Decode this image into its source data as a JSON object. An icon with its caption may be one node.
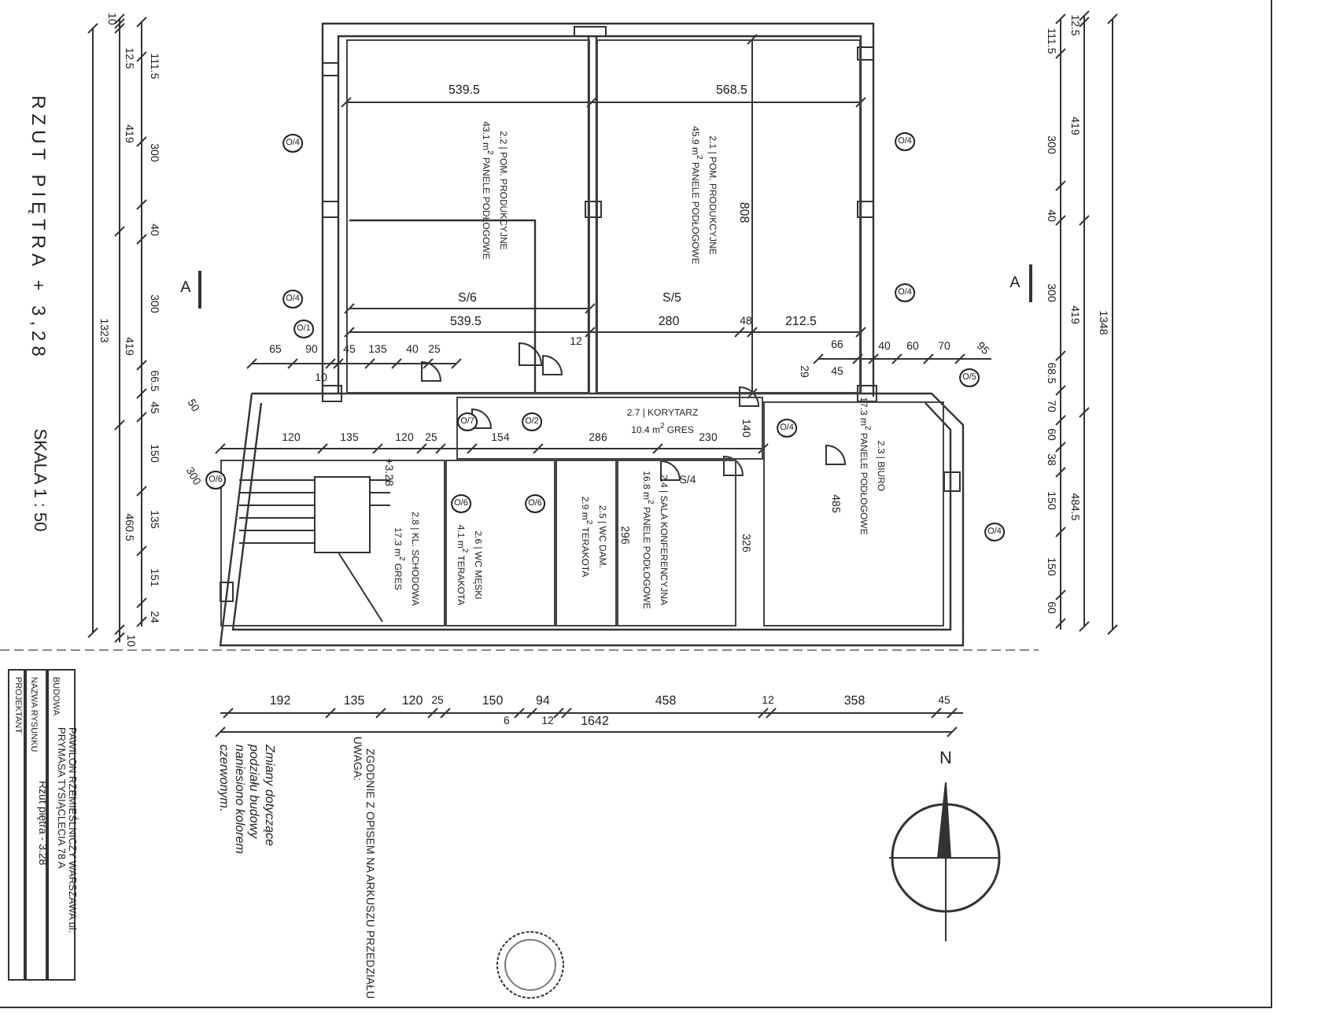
{
  "diagram": {
    "title": "RZUT PIĘTRA + 3,28",
    "nodes": [
      {
        "text": [
          "2.2 | POM. PRODUKCYJNE",
          "43.1 m$^{2}$ PANELE PODŁOGOWE"
        ]
      },
      {
        "text": [
          "2.1 | POM. PRODUKCYJNE",
          "45.9 m$^{2}$ PANELE PODŁOGOWE"
        ]
      },
      {
        "text": [
          "2.7 | KORYTARZ",
          "10.4 m$^{2}$ GRES"
        ]
      },
      {
        "text": [
          "2.3 | BIURO",
          "17.3 m$^{2}$ PANELE PODŁOGOWE"
        ]
      },
      {
        "text": [
          "2.4 | SALA KONFERENCYJNA",
          "16.8 m$^{2}$ PANELE PODŁOGOWE"
        ]
      },
      {
        "text": [
          "2.5 | WC DAM.",
          "2.9 m$^{2}$ TERAKOTA"
        ]
      },
      {
        "text": [
          "2.6 | WC MĘSKI",
          "4.1 m$^{2}$ TERAKOTA"
        ]
      },
      {
        "text": [
          "2.8 | KL. SCHODOWA",
          "17.3 m$^{2}$ GRES"
        ]
      },
      {
        "text": [
          "PROJEKTANT"
        ]
      },
      {
        "text": [
          "NAZWA RYSUNKU",
          "Rzut piętra - 3.28"
        ]
      },
      {
        "text": [
          "BUDOWA",
          "PAWILON RZEMIEŚLNICZY WARSZAWA ul. PRYMASA TYSIĄCLECIA 78 A"
        ]
      }
    ],
    "labels": [
      "SKALA 1 : 50",
      "10",
      "12.5",
      "111.5",
      "419",
      "300",
      "40",
      "300",
      "1323",
      "419",
      "66.5",
      "45",
      "150",
      "135",
      "460.5",
      "151",
      "24",
      "10",
      "A",
      "50",
      "300",
      "O/4",
      "O/4",
      "O/1",
      "O/6",
      "539.5",
      "568.5",
      "808",
      "S/6",
      "539.5",
      "S/5",
      "280",
      "48",
      "212.5",
      "12",
      "65",
      "90",
      "45",
      "135",
      "40",
      "25",
      "10",
      "66",
      "29",
      "45",
      "40",
      "60",
      "70",
      "95",
      "O/4",
      "O/4",
      "O/5",
      "A",
      "12.5",
      "111.5",
      "419",
      "300",
      "40",
      "300",
      "419",
      "1348",
      "68.5",
      "70",
      "60",
      "38",
      "150",
      "484.5",
      "150",
      "60",
      "O/4",
      "120",
      "135",
      "120",
      "25",
      "154",
      "286",
      "230",
      "140",
      "+3.28",
      "O/7",
      "O/2",
      "O/4",
      "O/6",
      "O/6",
      "S/4",
      "296",
      "326",
      "485",
      "192",
      "135",
      "120",
      "25",
      "150",
      "6",
      "94",
      "12",
      "1642",
      "458",
      "12",
      "358",
      "45",
      "N",
      "UWAGA:",
      "ZGODNIE Z OPISEM NA ARKUSZU PRZEDZIAŁU",
      "Zmiany dotyczące podziału budowy naniesiono kolorem czerwonym."
    ]
  }
}
